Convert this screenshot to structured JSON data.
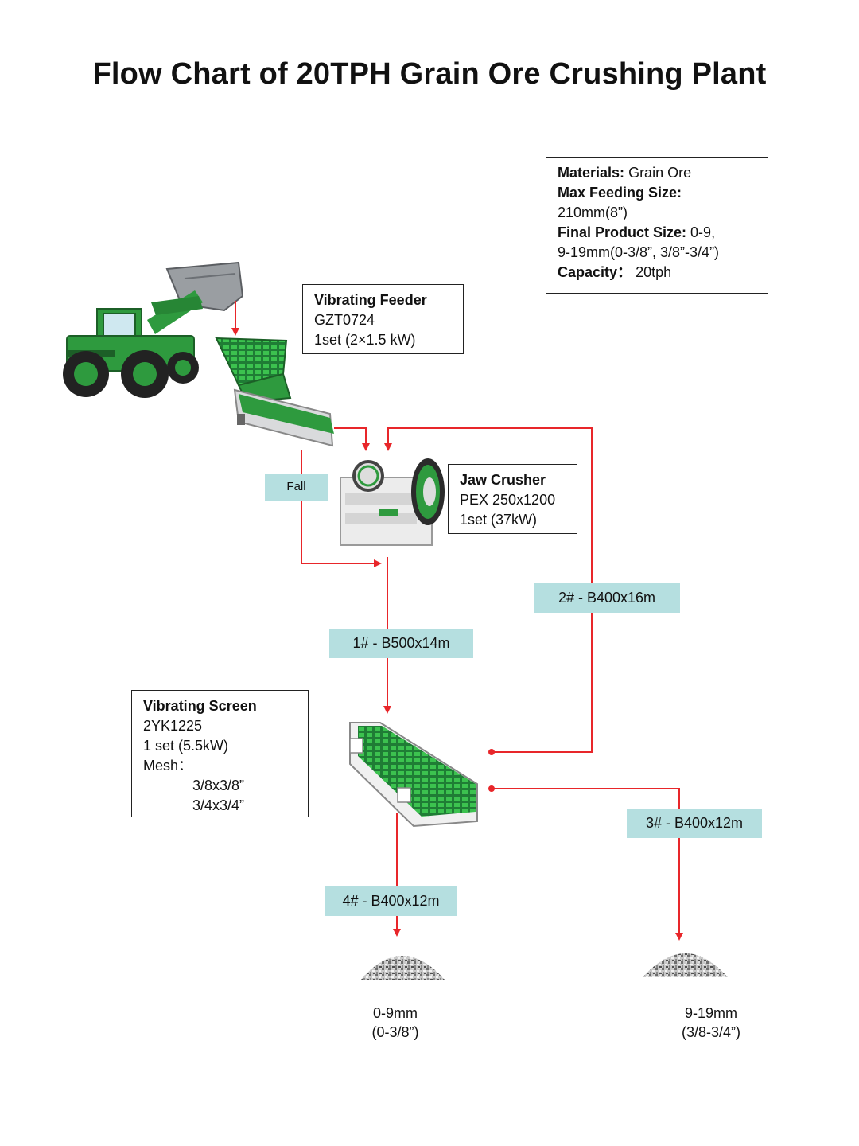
{
  "title": "Flow Chart of 20TPH Grain Ore Crushing Plant",
  "materials_box": {
    "materials_label": "Materials:",
    "materials_value": "Grain Ore",
    "max_feed_label": "Max Feeding Size:",
    "max_feed_value": "210mm(8”)",
    "final_label": "Final Product Size:",
    "final_value_1": "0-9,",
    "final_value_2": "9-19mm(0-3/8”, 3/8”-3/4”)",
    "capacity_label": "Capacity：",
    "capacity_value": "20tph"
  },
  "feeder": {
    "name": "Vibrating Feeder",
    "model": "GZT0724",
    "spec": "1set  (2×1.5 kW)"
  },
  "jaw_crusher": {
    "name": "Jaw Crusher",
    "model": "PEX 250x1200",
    "spec": "1set  (37kW)"
  },
  "screen": {
    "name": "Vibrating Screen",
    "model": "2YK1225",
    "spec": "1 set  (5.5kW)",
    "mesh_label": "Mesh：",
    "mesh_1": "3/8x3/8”",
    "mesh_2": "3/4x3/4”"
  },
  "fall_label": "Fall",
  "belts": {
    "b1": "1# - B500x14m",
    "b2": "2# - B400x16m",
    "b3": "3# - B400x12m",
    "b4": "4# - B400x12m"
  },
  "products": {
    "p1_line1": "0-9mm",
    "p1_line2": "(0-3/8”)",
    "p2_line1": "9-19mm",
    "p2_line2": "(3/8-3/4”)"
  },
  "colors": {
    "flow_line": "#e8262a",
    "belt_label_bg": "#b5dfe0",
    "machine_green": "#2e9a3e"
  },
  "icons": [
    "wheel-loader-icon",
    "vibrating-feeder-icon",
    "jaw-crusher-icon",
    "vibrating-screen-icon",
    "stockpile-icon"
  ]
}
